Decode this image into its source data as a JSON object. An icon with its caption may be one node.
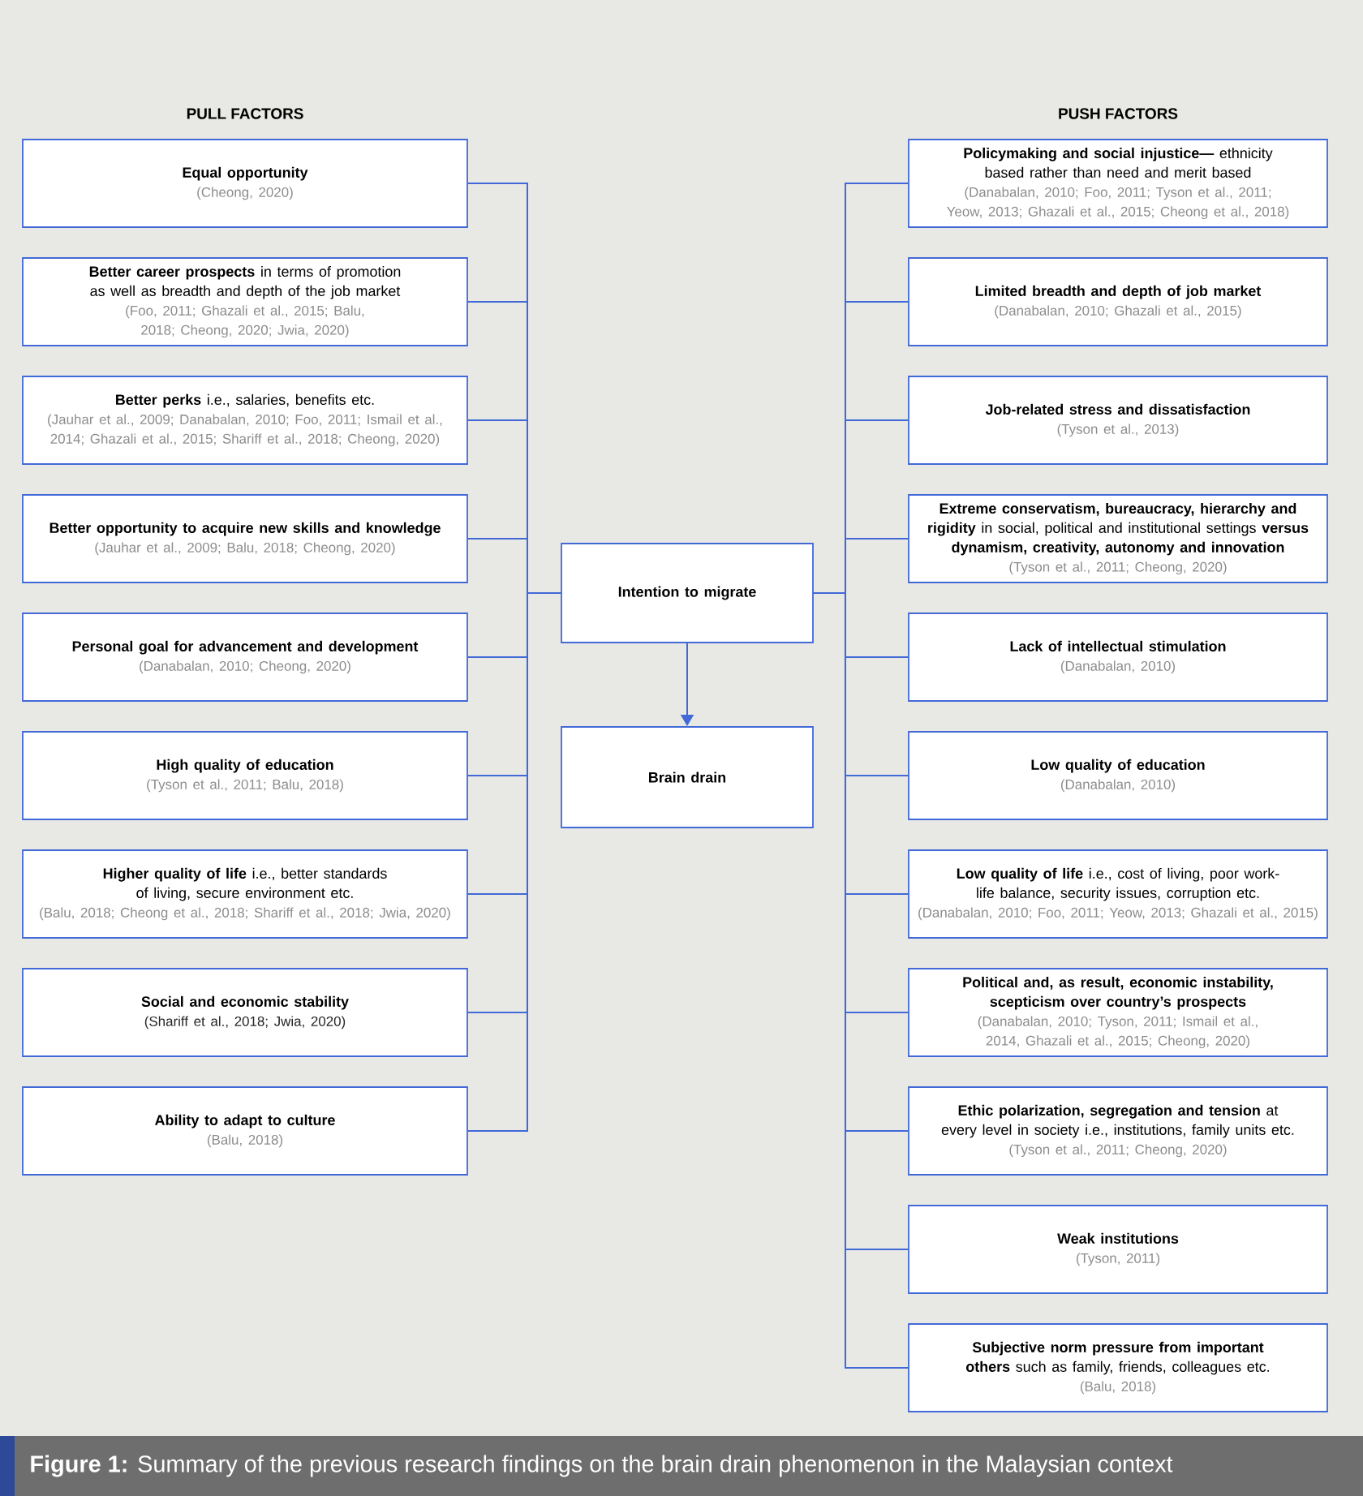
{
  "diagram": {
    "caption": "**Figure 1:** Summary of the previous research findings on the brain drain phenomenon in the Malaysian context",
    "nodes": [
      {
        "text": [
          "Equal opportunity",
          "(Cheong, 2020)"
        ]
      },
      {
        "text": [
          "**Better career prospects** in terms of promotion as well as breadth and depth of the job market",
          "(Foo, 2011; Ghazali et al., 2015; Balu, 2018; Cheong, 2020; Jwia, 2020)"
        ]
      },
      {
        "text": [
          "**Better perks** i.e., salaries, benefits etc.",
          "(Jauhar et al., 2009; Danabalan, 2010; Foo, 2011; Ismail et al., 2014; Ghazali et al., 2015; Shariff et al., 2018; Cheong, 2020)"
        ]
      },
      {
        "text": [
          "Better opportunity to acquire new skills and knowledge",
          "(Jauhar et al., 2009; Balu, 2018; Cheong, 2020)"
        ]
      },
      {
        "text": [
          "Personal goal for advancement and development",
          "(Danabalan, 2010; Cheong, 2020)"
        ]
      },
      {
        "text": [
          "High quality of education",
          "(Tyson et al., 2011; Balu, 2018)"
        ]
      },
      {
        "text": [
          "**Higher quality of life** i.e., better standards of living, secure environment etc.",
          "(Balu, 2018; Cheong et al., 2018; Shariff et al., 2018; Jwia, 2020)"
        ]
      },
      {
        "text": [
          "Social and economic stability",
          "(Shariff et al., 2018; Jwia, 2020)"
        ]
      },
      {
        "text": [
          "Ability to adapt to culture",
          "(Balu, 2018)"
        ]
      },
      {
        "text": [
          "Intention to migrate"
        ]
      },
      {
        "text": [
          "Brain drain"
        ]
      },
      {
        "text": [
          "**Policymaking and social injustice—** ethnicity based rather than need and merit based",
          "(Danabalan, 2010; Foo, 2011; Tyson et al., 2011; Yeow, 2013; Ghazali et al., 2015; Cheong et al., 2018)"
        ]
      },
      {
        "text": [
          "Limited breadth and depth of job market",
          "(Danabalan, 2010; Ghazali et al., 2015)"
        ]
      },
      {
        "text": [
          "Job-related stress and dissatisfaction",
          "(Tyson et al., 2013)"
        ]
      },
      {
        "text": [
          "**Extreme conservatism, bureaucracy, hierarchy and rigidity** in social, political and institutional settings **versus dynamism, creativity, autonomy and innovation**",
          "(Tyson et al., 2011; Cheong, 2020)"
        ]
      },
      {
        "text": [
          "Lack of intellectual stimulation",
          "(Danabalan, 2010)"
        ]
      },
      {
        "text": [
          "Low quality of education",
          "(Danabalan, 2010)"
        ]
      },
      {
        "text": [
          "**Low quality of life** i.e., cost of living, poor work-life balance, security issues, corruption etc.",
          "(Danabalan, 2010; Foo, 2011; Yeow, 2013; Ghazali et al., 2015)"
        ]
      },
      {
        "text": [
          "Political and, as result, economic instability, scepticism over country’s prospects",
          "(Danabalan, 2010; Tyson, 2011; Ismail et al., 2014, Ghazali et al., 2015; Cheong, 2020)"
        ]
      },
      {
        "text": [
          "**Ethic polarization, segregation and tension** at every level in society i.e., institutions, family units etc.",
          "(Tyson et al., 2011; Cheong, 2020)"
        ]
      },
      {
        "text": [
          "Weak institutions",
          "(Tyson, 2011)"
        ]
      },
      {
        "text": [
          "**Subjective norm pressure from important others** such as family, friends, colleagues etc.",
          "(Balu, 2018)"
        ]
      }
    ],
    "edges": [
      {
        "from": 0,
        "to": 9,
        "arrow": "none"
      },
      {
        "from": 1,
        "to": 9,
        "arrow": "none"
      },
      {
        "from": 2,
        "to": 9,
        "arrow": "none"
      },
      {
        "from": 3,
        "to": 9,
        "arrow": "none"
      },
      {
        "from": 4,
        "to": 9,
        "arrow": "none"
      },
      {
        "from": 5,
        "to": 9,
        "arrow": "none"
      },
      {
        "from": 6,
        "to": 9,
        "arrow": "none"
      },
      {
        "from": 7,
        "to": 9,
        "arrow": "none"
      },
      {
        "from": 8,
        "to": 9,
        "arrow": "none"
      },
      {
        "from": 11,
        "to": 9,
        "arrow": "none"
      },
      {
        "from": 12,
        "to": 9,
        "arrow": "none"
      },
      {
        "from": 13,
        "to": 9,
        "arrow": "none"
      },
      {
        "from": 14,
        "to": 9,
        "arrow": "none"
      },
      {
        "from": 15,
        "to": 9,
        "arrow": "none"
      },
      {
        "from": 16,
        "to": 9,
        "arrow": "none"
      },
      {
        "from": 17,
        "to": 9,
        "arrow": "none"
      },
      {
        "from": 18,
        "to": 9,
        "arrow": "none"
      },
      {
        "from": 19,
        "to": 9,
        "arrow": "none"
      },
      {
        "from": 20,
        "to": 9,
        "arrow": "none"
      },
      {
        "from": 21,
        "to": 9,
        "arrow": "none"
      },
      {
        "from": 9,
        "to": 10,
        "arrow": "to"
      }
    ],
    "labels": [
      "PULL FACTORS",
      "PUSH FACTORS"
    ]
  }
}
